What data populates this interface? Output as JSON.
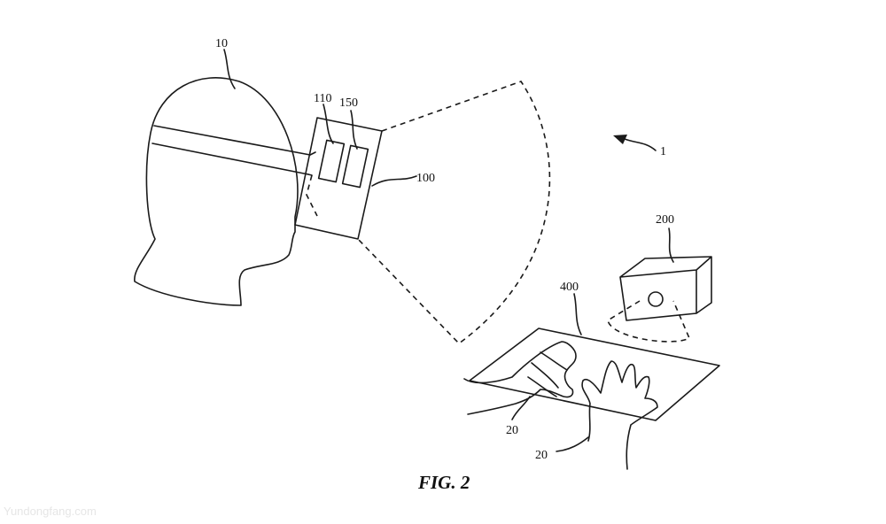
{
  "figure": {
    "caption": "FIG. 2",
    "watermark": "Yundongfang.com",
    "labels": {
      "user_head": "10",
      "system": "1",
      "headset": "100",
      "component_110": "110",
      "component_150": "150",
      "device": "200",
      "surface": "400",
      "hand_left": "20",
      "hand_right": "20"
    }
  }
}
